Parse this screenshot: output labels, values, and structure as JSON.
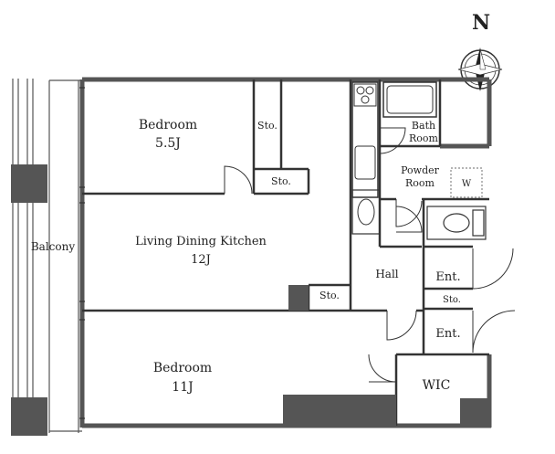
{
  "compass": {
    "letter": "N"
  },
  "rooms": {
    "bedroom_top": {
      "name": "Bedroom",
      "size": "5.5J"
    },
    "storage_top_vertical": {
      "name": "Sto."
    },
    "storage_top_small": {
      "name": "Sto."
    },
    "bath_room": {
      "line1": "Bath",
      "line2": "Room"
    },
    "powder_room": {
      "line1": "Powder",
      "line2": "Room"
    },
    "washer": {
      "name": "W"
    },
    "balcony": {
      "name": "Balcony"
    },
    "ldk": {
      "name": "Living Dining Kitchen",
      "size": "12J"
    },
    "hall": {
      "name": "Hall"
    },
    "entrance_1": {
      "name": "Ent."
    },
    "storage_ent": {
      "name": "Sto."
    },
    "storage_ldk": {
      "name": "Sto."
    },
    "entrance_2": {
      "name": "Ent."
    },
    "bedroom_bottom": {
      "name": "Bedroom",
      "size": "11J"
    },
    "wic": {
      "name": "WIC"
    }
  },
  "colors": {
    "wall": "#555555",
    "line": "#333333",
    "column": "#555555",
    "dotted": "#888888"
  }
}
